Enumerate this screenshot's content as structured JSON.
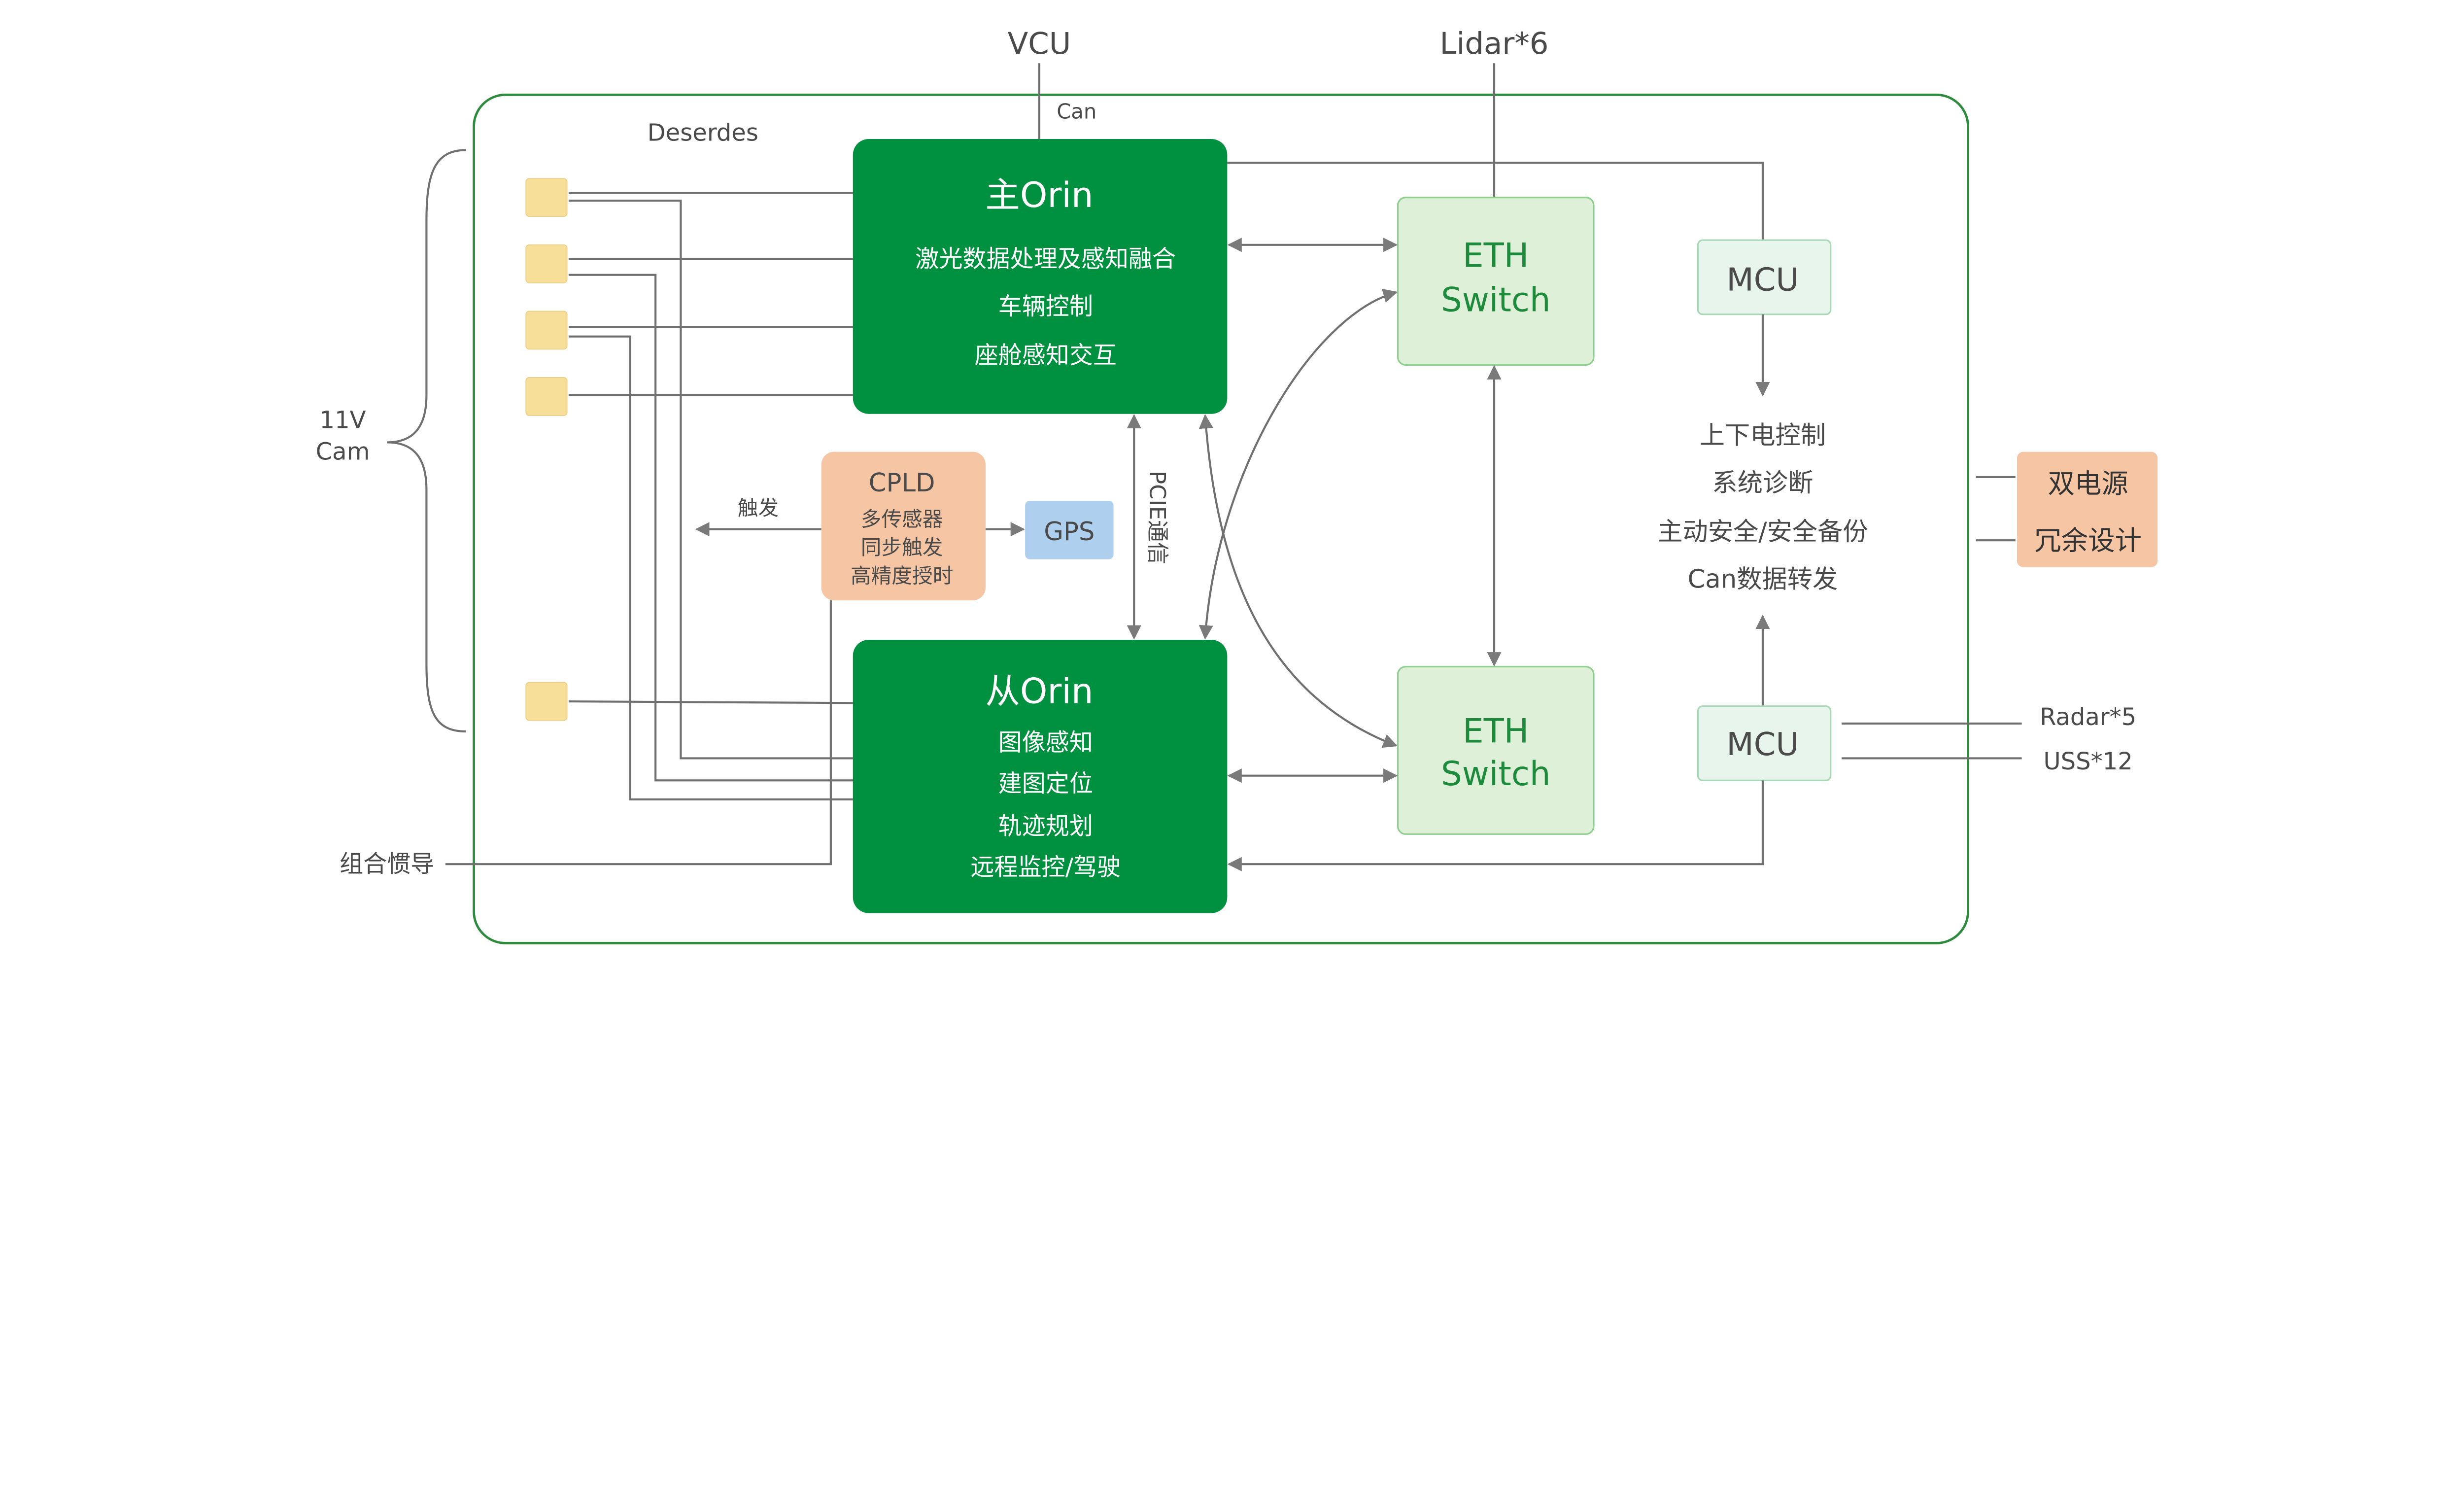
{
  "colors": {
    "orin_fill": "#009140",
    "frame_stroke": "#2e8b3e",
    "eth_fill": "#dff0d8",
    "eth_text": "#1e8a3c",
    "mcu_fill": "#e8f5ec",
    "camera_fill": "#f7df9a",
    "cpld_fill": "#f6c6a4",
    "gps_fill": "#aed0ee",
    "power_fill": "#f6c6a4",
    "line": "#707070"
  },
  "external": {
    "vcu": "VCU",
    "can": "Can",
    "lidar": "Lidar*6",
    "deserdes": "Deserdes",
    "cam_voltage": "11V",
    "cam": "Cam",
    "imu": "组合惯导",
    "radar": "Radar*5",
    "uss": "USS*12"
  },
  "main_orin": {
    "title": "主Orin",
    "functions": [
      "激光数据处理及感知融合",
      "车辆控制",
      "座舱感知交互"
    ]
  },
  "slave_orin": {
    "title": "从Orin",
    "functions": [
      "图像感知",
      "建图定位",
      "轨迹规划",
      "远程监控/驾驶"
    ]
  },
  "pcie_label": "PCIE通信",
  "cpld": {
    "title": "CPLD",
    "functions": [
      "多传感器",
      "同步触发",
      "高精度授时"
    ],
    "trigger_label": "触发"
  },
  "gps": "GPS",
  "eth_switch": {
    "line1": "ETH",
    "line2": "Switch"
  },
  "mcu": "MCU",
  "mcu_functions": [
    "上下电控制",
    "系统诊断",
    "主动安全/安全备份",
    "Can数据转发"
  ],
  "power": {
    "line1": "双电源",
    "line2": "冗余设计"
  }
}
